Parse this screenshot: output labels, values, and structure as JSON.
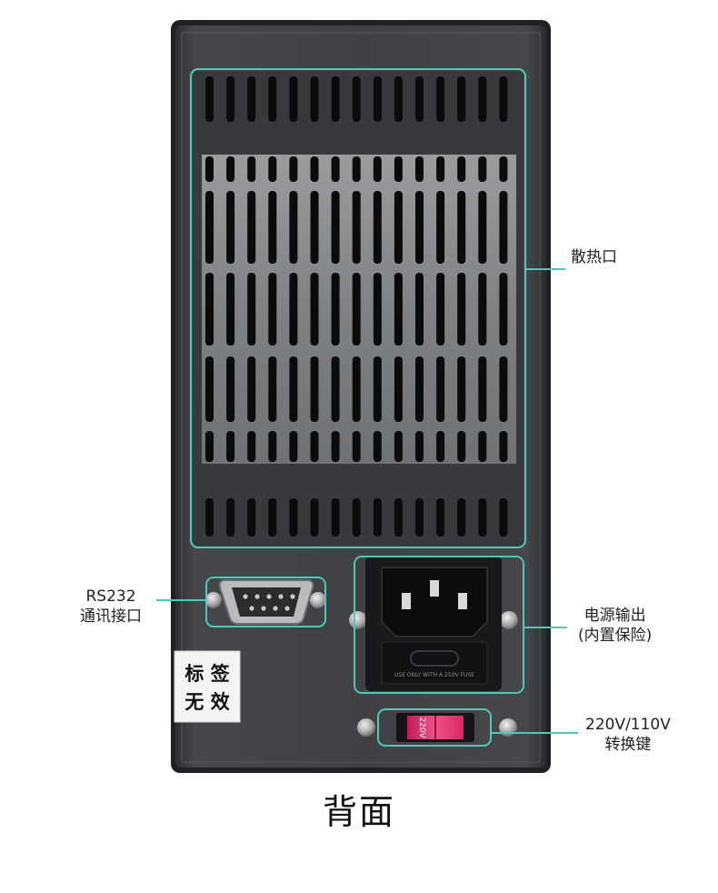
{
  "product": {
    "caption": "背面",
    "sticker": {
      "line1": "标 签",
      "line2": "无 效"
    },
    "fuse_holder_text": "USE ONLY WITH A 250V FUSE",
    "switch_text": "220V"
  },
  "callouts": {
    "vent": {
      "line1": "散热口"
    },
    "rs232": {
      "line1": "RS232",
      "line2": "通讯接口"
    },
    "power": {
      "line1": "电源输出",
      "line2": "(内置保险)"
    },
    "switch": {
      "line1": "220V/110V",
      "line2": "转换键"
    }
  },
  "colors": {
    "accent": "#4fc8b6",
    "panel": "#3c3e42",
    "panel_edge": "#2a2b2e",
    "vent_inner": "#8a8d8f",
    "rocker": "#e8336e"
  }
}
